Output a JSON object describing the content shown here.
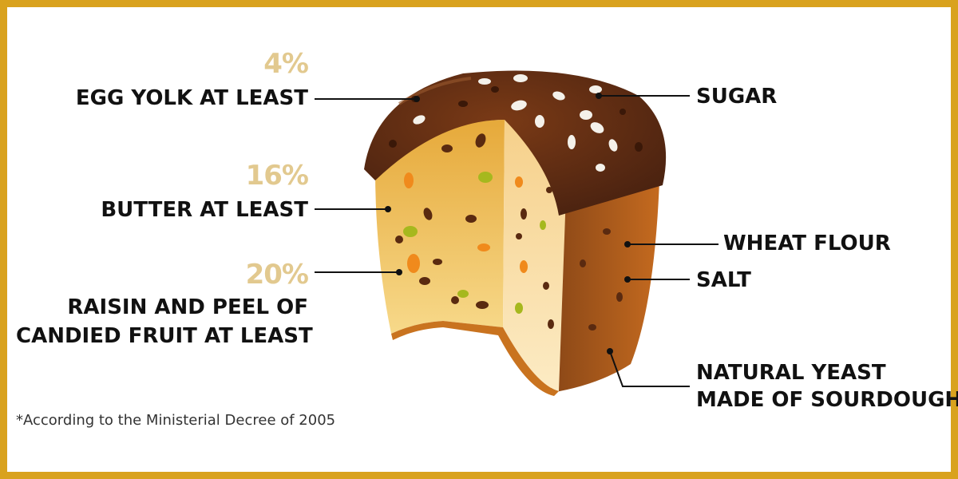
{
  "ingredients_left": [
    {
      "percent": "4%",
      "label": "EGG YOLK AT LEAST"
    },
    {
      "percent": "16%",
      "label": "BUTTER AT LEAST"
    },
    {
      "percent": "20%",
      "label_line1": "RAISIN AND PEEL OF",
      "label_line2": "CANDIED FRUIT AT LEAST"
    }
  ],
  "ingredients_right": [
    {
      "label": "SUGAR"
    },
    {
      "label": "WHEAT FLOUR"
    },
    {
      "label": "SALT"
    },
    {
      "label_line1": "NATURAL YEAST",
      "label_line2": "MADE OF SOURDOUGH"
    }
  ],
  "footnote": "*According to the Ministerial Decree of 2005",
  "colors": {
    "frame": "#D9A21E",
    "percent": "#E2C98F",
    "label": "#111111",
    "crust_top": "#5A2A10",
    "crust_side": "#B5611E",
    "crumb": "#F2C96B"
  }
}
